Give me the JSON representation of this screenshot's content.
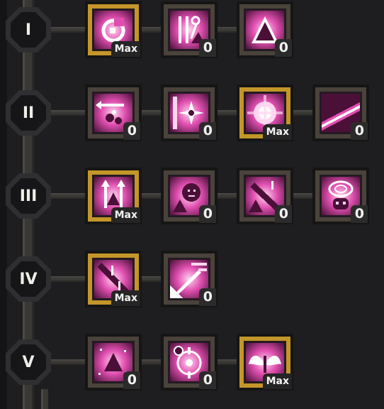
{
  "tiers": [
    {
      "label": "I",
      "skills": [
        {
          "icon": "pink-swirl-icon",
          "level": "Max",
          "maxed": true
        },
        {
          "icon": "pink-staffs-icon",
          "level": "0",
          "maxed": false
        },
        {
          "icon": "pink-triangle-icon",
          "level": "0",
          "maxed": false
        }
      ]
    },
    {
      "label": "II",
      "skills": [
        {
          "icon": "pink-splash-arrow-icon",
          "level": "0",
          "maxed": false
        },
        {
          "icon": "pink-star-burst-icon",
          "level": "0",
          "maxed": false
        },
        {
          "icon": "pink-radiance-icon",
          "level": "Max",
          "maxed": true
        },
        {
          "icon": "pink-beam-icon",
          "level": "0",
          "maxed": false
        }
      ]
    },
    {
      "label": "III",
      "skills": [
        {
          "icon": "pink-twin-arrows-icon",
          "level": "Max",
          "maxed": true
        },
        {
          "icon": "pink-face-triangle-icon",
          "level": "0",
          "maxed": false
        },
        {
          "icon": "pink-slash-icon",
          "level": "0",
          "maxed": false
        },
        {
          "icon": "pink-spiral-skull-icon",
          "level": "0",
          "maxed": false
        }
      ]
    },
    {
      "label": "IV",
      "skills": [
        {
          "icon": "pink-diagonal-slash-icon",
          "level": "Max",
          "maxed": true
        },
        {
          "icon": "pink-arrow-corner-icon",
          "level": "0",
          "maxed": false
        }
      ]
    },
    {
      "label": "V",
      "skills": [
        {
          "icon": "pink-sparkle-triangle-icon",
          "level": "0",
          "maxed": false
        },
        {
          "icon": "pink-crosshair-clock-icon",
          "level": "0",
          "maxed": false
        },
        {
          "icon": "pink-wings-icon",
          "level": "Max",
          "maxed": true
        }
      ]
    }
  ],
  "colors": {
    "max_frame": "#c4962a",
    "normal_frame": "#4a433b",
    "icon_primary": "#e04fb0",
    "icon_light": "#ffd6ef",
    "icon_dark": "#4a1038"
  }
}
